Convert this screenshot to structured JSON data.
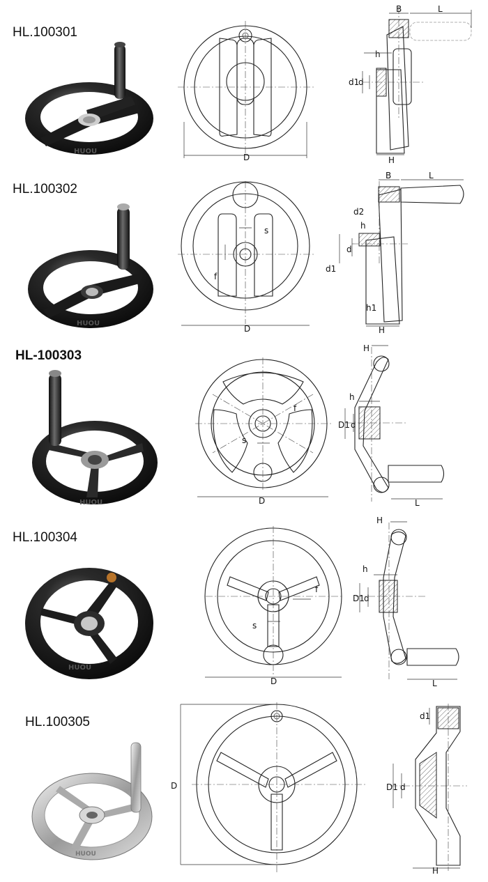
{
  "products": [
    {
      "code": "HL.100301",
      "front_labels": {
        "D": "D"
      },
      "side_labels": {
        "B": "B",
        "L": "L",
        "h": "h",
        "d1": "d1",
        "d": "d",
        "H": "H"
      }
    },
    {
      "code": "HL.100302",
      "front_labels": {
        "s": "s",
        "f": "f",
        "D": "D"
      },
      "side_labels": {
        "B": "B",
        "L": "L",
        "d2": "d2",
        "h": "h",
        "d": "d",
        "d1": "d1",
        "h1": "h1",
        "H": "H"
      }
    },
    {
      "code": "HL-100303",
      "front_labels": {
        "f": "f",
        "s": "s",
        "D": "D"
      },
      "side_labels": {
        "H": "H",
        "h": "h",
        "D1": "D1",
        "d": "d",
        "L": "L"
      }
    },
    {
      "code": "HL.100304",
      "front_labels": {
        "f": "f",
        "s": "s",
        "D": "D"
      },
      "side_labels": {
        "H": "H",
        "h": "h",
        "D1": "D1",
        "d": "d",
        "L": "L"
      }
    },
    {
      "code": "HL.100305",
      "front_labels": {
        "D": "D"
      },
      "side_labels": {
        "d1": "d1",
        "D1": "D1",
        "d": "d",
        "H": "H"
      }
    }
  ],
  "colors": {
    "photo_black": "#1c1c1c",
    "photo_highlight": "#7a7a7a",
    "chrome": "#c8c8c8",
    "line": "#222222"
  },
  "icons": [
    "handwheel-black-revolving-handle-icon",
    "handwheel-black-two-spoke-icon",
    "handwheel-three-spoke-icon",
    "handwheel-black-three-spoke-icon",
    "handwheel-chrome-three-spoke-icon"
  ]
}
